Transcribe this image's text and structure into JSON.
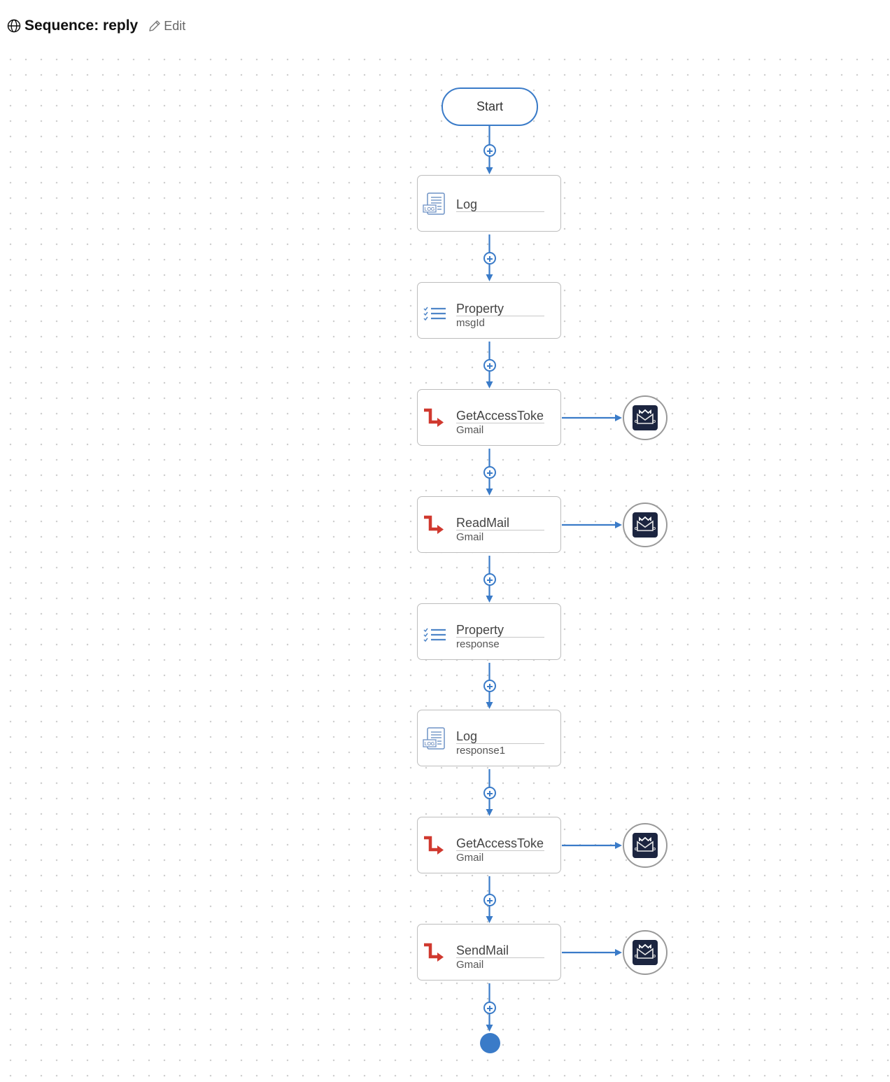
{
  "header": {
    "title": "Sequence: reply",
    "edit_label": "Edit"
  },
  "start_label": "Start",
  "colors": {
    "accent": "#3a7bc8",
    "connector": "#1c2540",
    "call": "#d0392f"
  },
  "mediators": [
    {
      "name": "Log",
      "sub": "",
      "icon": "log-icon"
    },
    {
      "name": "Property",
      "sub": "msgId",
      "icon": "property-icon"
    },
    {
      "name": "GetAccessToke",
      "sub": "Gmail",
      "icon": "connector-call-icon",
      "endpoint": "gmail-icon"
    },
    {
      "name": "ReadMail",
      "sub": "Gmail",
      "icon": "connector-call-icon",
      "endpoint": "gmail-icon"
    },
    {
      "name": "Property",
      "sub": "response",
      "icon": "property-icon"
    },
    {
      "name": "Log",
      "sub": "response1",
      "icon": "log-icon"
    },
    {
      "name": "GetAccessToke",
      "sub": "Gmail",
      "icon": "connector-call-icon",
      "endpoint": "gmail-icon"
    },
    {
      "name": "SendMail",
      "sub": "Gmail",
      "icon": "connector-call-icon",
      "endpoint": "gmail-icon"
    }
  ]
}
